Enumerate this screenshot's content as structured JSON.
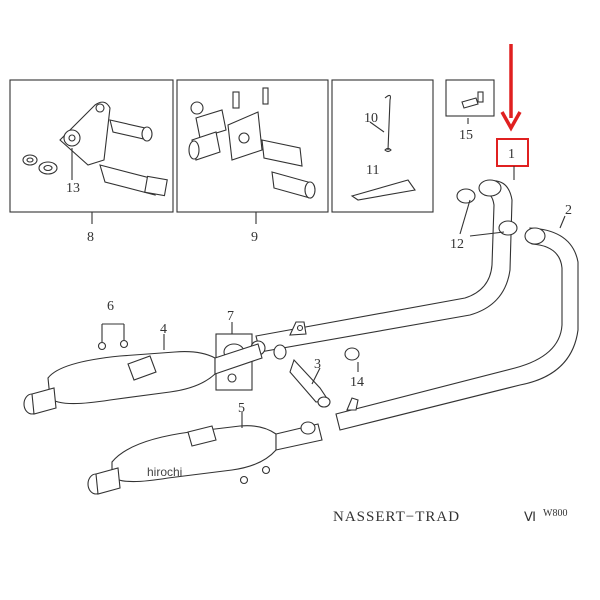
{
  "callouts": {
    "c1": "1",
    "c2": "2",
    "c3": "3",
    "c4": "4",
    "c5": "5",
    "c6": "6",
    "c7": "7",
    "c8": "8",
    "c9": "9",
    "c10": "10",
    "c11": "11",
    "c12": "12",
    "c13": "13",
    "c14": "14",
    "c15": "15"
  },
  "watermark": "hirochi",
  "caption": {
    "title": "NASSERT−TRAD",
    "suffix": "Ⅵ",
    "model": "W800"
  },
  "colors": {
    "highlight": "#e02020",
    "line": "#333333"
  },
  "icons": {
    "pointer": "red-down-arrow-icon",
    "highlight_box": "red-box-icon"
  }
}
